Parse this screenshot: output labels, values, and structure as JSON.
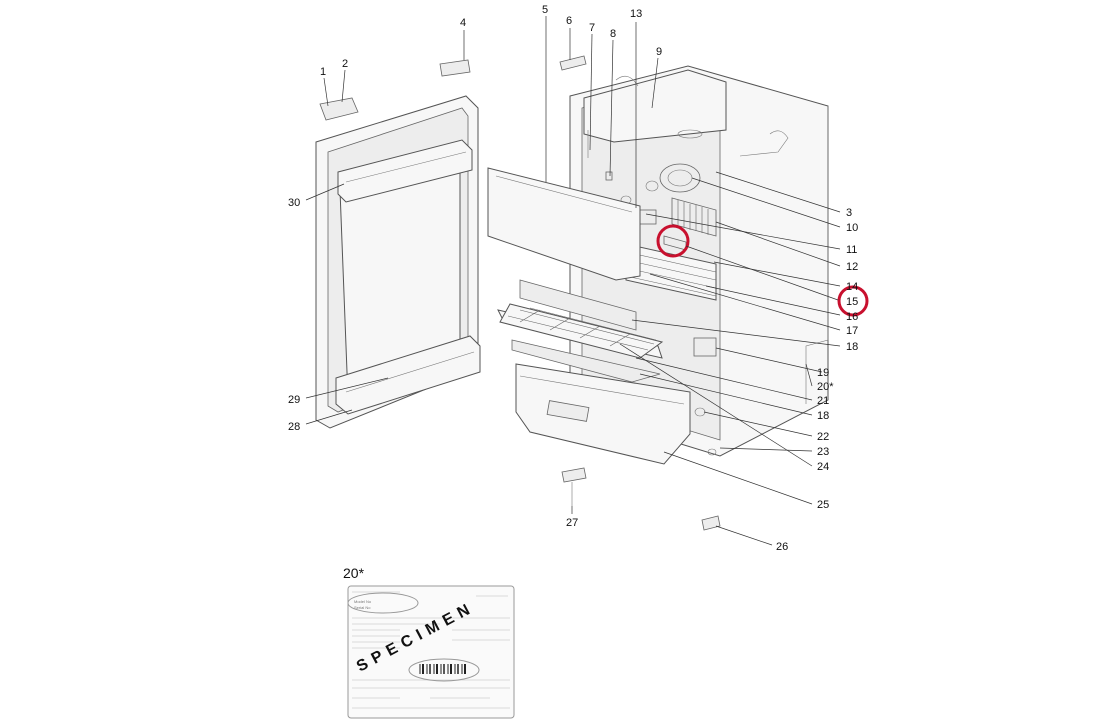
{
  "callouts": [
    {
      "id": "1",
      "text": "1"
    },
    {
      "id": "2",
      "text": "2"
    },
    {
      "id": "4",
      "text": "4"
    },
    {
      "id": "5",
      "text": "5"
    },
    {
      "id": "6",
      "text": "6"
    },
    {
      "id": "7",
      "text": "7"
    },
    {
      "id": "8",
      "text": "8"
    },
    {
      "id": "9",
      "text": "9"
    },
    {
      "id": "13",
      "text": "13"
    },
    {
      "id": "30",
      "text": "30"
    },
    {
      "id": "3",
      "text": "3"
    },
    {
      "id": "10",
      "text": "10"
    },
    {
      "id": "11",
      "text": "11"
    },
    {
      "id": "12",
      "text": "12"
    },
    {
      "id": "14",
      "text": "14"
    },
    {
      "id": "15",
      "text": "15"
    },
    {
      "id": "16",
      "text": "16"
    },
    {
      "id": "17",
      "text": "17"
    },
    {
      "id": "18a",
      "text": "18"
    },
    {
      "id": "19",
      "text": "19"
    },
    {
      "id": "20",
      "text": "20*"
    },
    {
      "id": "21",
      "text": "21"
    },
    {
      "id": "18b",
      "text": "18"
    },
    {
      "id": "22",
      "text": "22"
    },
    {
      "id": "23",
      "text": "23"
    },
    {
      "id": "24",
      "text": "24"
    },
    {
      "id": "25",
      "text": "25"
    },
    {
      "id": "26",
      "text": "26"
    },
    {
      "id": "27",
      "text": "27"
    },
    {
      "id": "28",
      "text": "28"
    },
    {
      "id": "29",
      "text": "29"
    }
  ],
  "highlight_colour": "#c8102e",
  "rating_plate": {
    "heading": "20*",
    "watermark": "SPECIMEN",
    "model_no_label": "Model No",
    "serial_no_label": "Serial No"
  }
}
